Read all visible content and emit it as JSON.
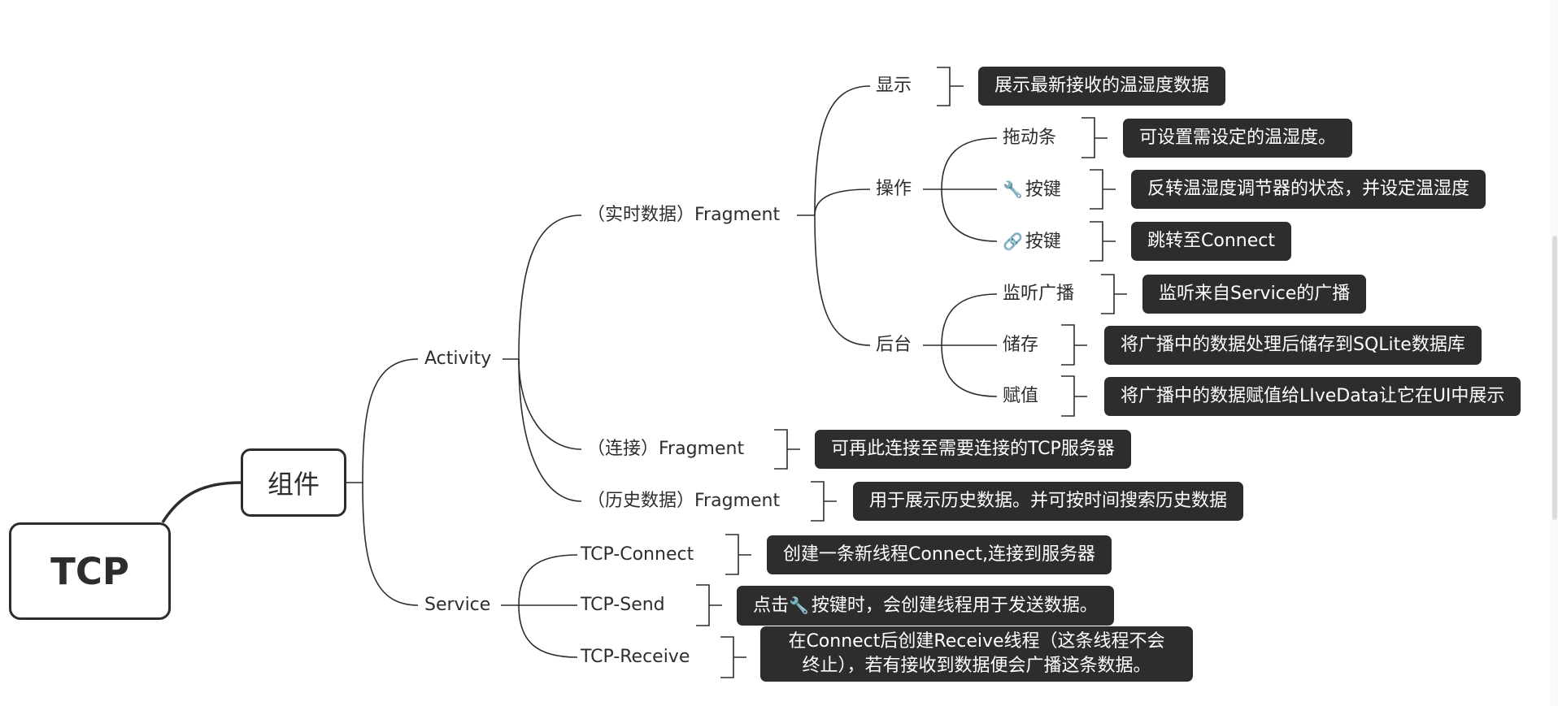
{
  "root": "TCP",
  "main": "组件",
  "activity": {
    "label": "Activity",
    "realtime": {
      "label": "（实时数据）Fragment",
      "display": {
        "label": "显示",
        "note": "展示最新接收的温湿度数据"
      },
      "operate": {
        "label": "操作",
        "slider": {
          "label": "拖动条",
          "note": "可设置需设定的温湿度。"
        },
        "wrench_btn": {
          "icon": "wrench-icon",
          "glyph": "🔧",
          "label": "按键",
          "note": "反转温湿度调节器的状态，并设定温湿度"
        },
        "link_btn": {
          "icon": "link-icon",
          "glyph": "🔗",
          "label": "按键",
          "note": "跳转至Connect"
        }
      },
      "backend": {
        "label": "后台",
        "listen": {
          "label": "监听广播",
          "note": "监听来自Service的广播"
        },
        "store": {
          "label": "储存",
          "note": "将广播中的数据处理后储存到SQLite数据库"
        },
        "assign": {
          "label": "赋值",
          "note": "将广播中的数据赋值给LIveData让它在UI中展示"
        }
      }
    },
    "connect": {
      "label": "（连接）Fragment",
      "note": "可再此连接至需要连接的TCP服务器"
    },
    "history": {
      "label": "（历史数据）Fragment",
      "note": "用于展示历史数据。并可按时间搜索历史数据"
    }
  },
  "service": {
    "label": "Service",
    "tcp_connect": {
      "label": "TCP-Connect",
      "note": "创建一条新线程Connect,连接到服务器"
    },
    "tcp_send": {
      "label": "TCP-Send",
      "note_pre": "点击",
      "note_icon": "wrench-icon",
      "note_glyph": "🔧",
      "note_post": "按键时，会创建线程用于发送数据。"
    },
    "tcp_receive": {
      "label": "TCP-Receive",
      "note_line1": "在Connect后创建Receive线程（这条线程不会",
      "note_line2": "终止），若有接收到数据便会广播这条数据。"
    }
  }
}
